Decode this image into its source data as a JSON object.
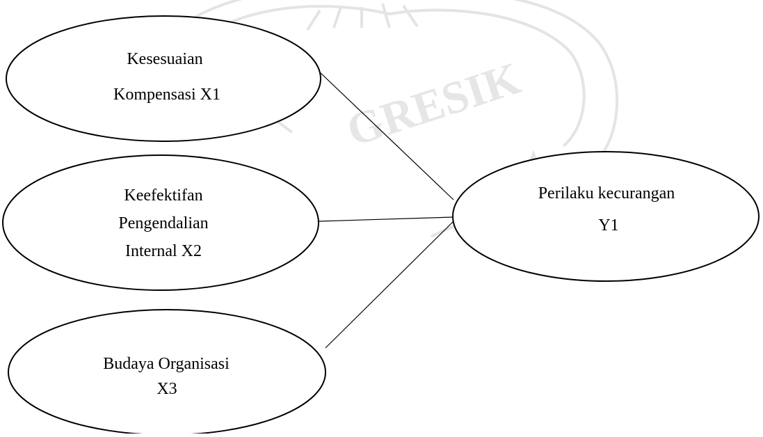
{
  "watermark": {
    "text": "GRESIK",
    "color": "#e6e6e6",
    "icon": "emblem-watermark-icon"
  },
  "nodes": {
    "x1": {
      "line1": "Kesesuaian",
      "line2": "Kompensasi X1"
    },
    "x2": {
      "line1": "Keefektifan",
      "line2": "Pengendalian",
      "line3": "Internal X2"
    },
    "x3": {
      "line1": "Budaya Organisasi",
      "line2": "X3"
    },
    "y1": {
      "line1": "Perilaku kecurangan",
      "line2": "Y1"
    }
  },
  "edges": [
    {
      "from": "x1",
      "to": "y1"
    },
    {
      "from": "x2",
      "to": "y1"
    },
    {
      "from": "x3",
      "to": "y1"
    }
  ]
}
